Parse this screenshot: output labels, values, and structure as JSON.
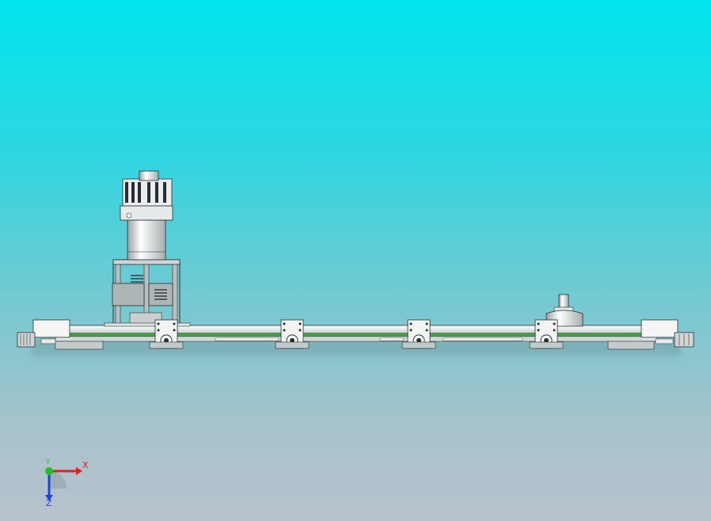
{
  "viewport": {
    "background_top": "#00e6ee",
    "background_bottom": "#b8c2cc"
  },
  "model": {
    "type": "conveyor-assembly-front-view",
    "rail_color": "#e8ecec",
    "belt_color": "#3fae3f",
    "frame_color": "#bcc4c4",
    "outline_color": "#2a2e30"
  },
  "triad": {
    "x_label": "X",
    "y_label": "Y",
    "z_label": "Z",
    "x_color": "#e02020",
    "y_color": "#20c020",
    "z_color": "#2040e0"
  }
}
